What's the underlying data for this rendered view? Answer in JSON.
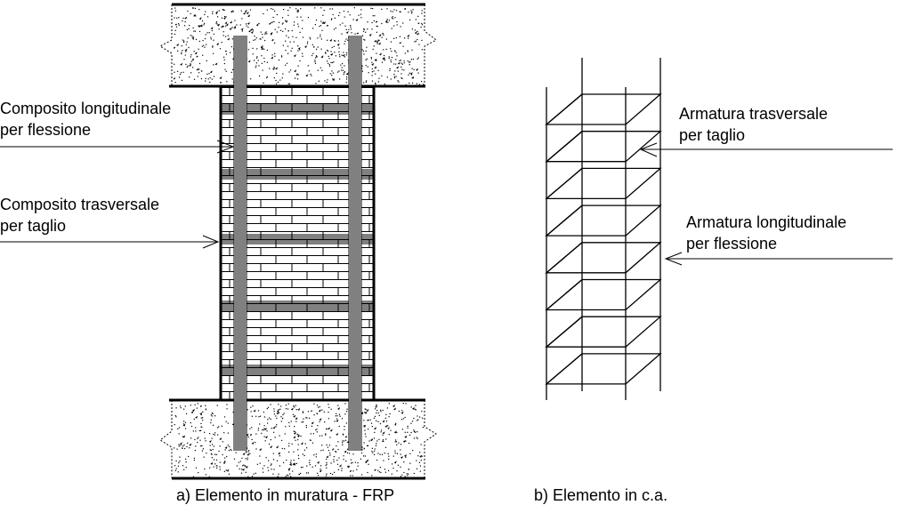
{
  "left_panel": {
    "label_flexure": [
      "Composito longitudinale",
      "per flessione"
    ],
    "label_shear": [
      "Composito trasversale",
      "per taglio"
    ],
    "caption": "a) Elemento in muratura - FRP"
  },
  "right_panel": {
    "label_shear": [
      "Armatura trasversale",
      "per taglio"
    ],
    "label_flexure": [
      "Armatura longitudinale",
      "per flessione"
    ],
    "caption": "b) Elemento in c.a.",
    "stirrup_count": 8
  }
}
